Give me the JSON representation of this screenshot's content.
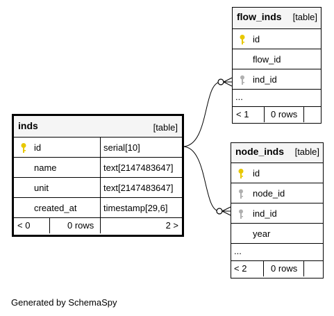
{
  "tables": {
    "inds": {
      "name": "inds",
      "kind": "[table]",
      "columns": [
        {
          "name": "id",
          "type": "serial[10]",
          "key": "primary"
        },
        {
          "name": "name",
          "type": "text[2147483647]",
          "key": ""
        },
        {
          "name": "unit",
          "type": "text[2147483647]",
          "key": ""
        },
        {
          "name": "created_at",
          "type": "timestamp[29,6]",
          "key": ""
        }
      ],
      "footer": {
        "parents": "< 0",
        "rows": "0 rows",
        "children": "2 >"
      }
    },
    "flow_inds": {
      "name": "flow_inds",
      "kind": "[table]",
      "columns": [
        {
          "name": "id",
          "key": "primary"
        },
        {
          "name": "flow_id",
          "key": ""
        },
        {
          "name": "ind_id",
          "key": "foreign"
        },
        {
          "name": "...",
          "key": ""
        }
      ],
      "footer": {
        "parents": "< 1",
        "rows": "0 rows"
      }
    },
    "node_inds": {
      "name": "node_inds",
      "kind": "[table]",
      "columns": [
        {
          "name": "id",
          "key": "primary"
        },
        {
          "name": "node_id",
          "key": "foreign"
        },
        {
          "name": "ind_id",
          "key": "foreign"
        },
        {
          "name": "year",
          "key": ""
        },
        {
          "name": "...",
          "key": ""
        }
      ],
      "footer": {
        "parents": "< 2",
        "rows": "0 rows"
      }
    }
  },
  "credit": "Generated by SchemaSpy",
  "colors": {
    "primary_key": "#e8c800",
    "foreign_key": "#b0b0b0",
    "header_bg": "#f5f5f5"
  }
}
